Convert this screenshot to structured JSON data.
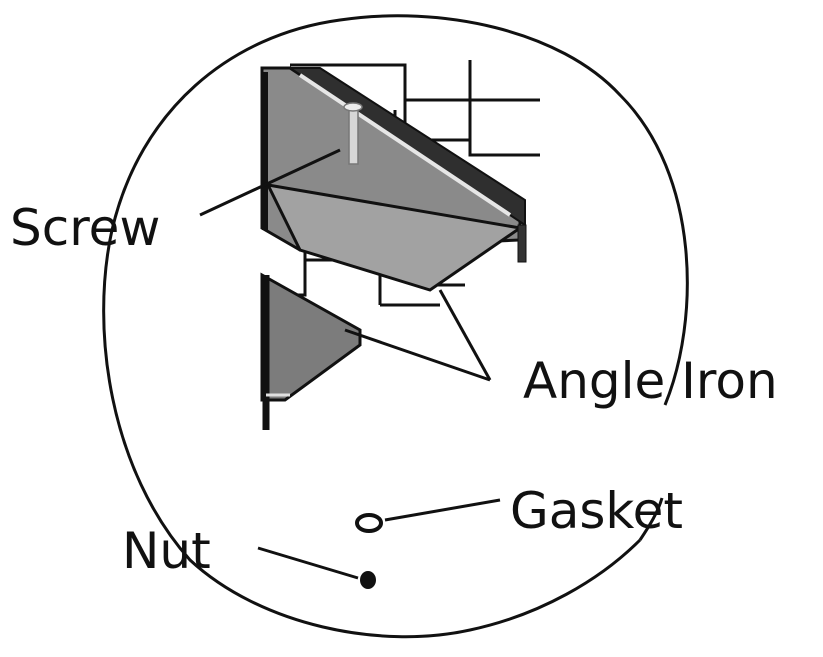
{
  "labels": {
    "screw": "Screw",
    "angle_iron": "Angle Iron",
    "gasket": "Gasket",
    "nut": "Nut"
  },
  "colors": {
    "ink": "#111111",
    "steel_face": "#8a8a8a",
    "steel_dark": "#3a3a3a",
    "steel_light": "#b5b5b5",
    "background": "#ffffff"
  }
}
